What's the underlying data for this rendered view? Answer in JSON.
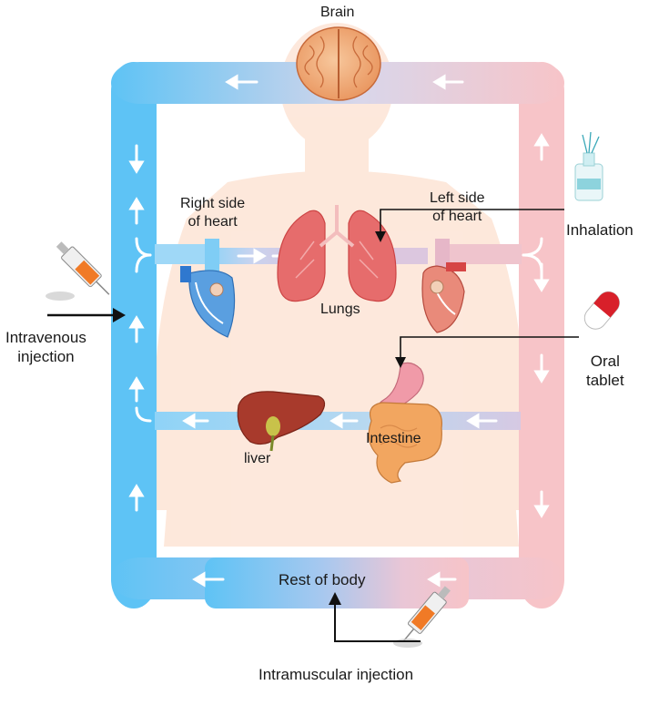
{
  "labels": {
    "brain": "Brain",
    "right_heart": "Right side\nof heart",
    "left_heart": "Left side\nof heart",
    "lungs": "Lungs",
    "liver": "liver",
    "intestine": "Intestine",
    "rest_of_body": "Rest of body",
    "inhalation": "Inhalation",
    "intravenous": "Intravenous\ninjection",
    "oral": "Oral\ntablet",
    "intramuscular": "Intramuscular injection"
  },
  "colors": {
    "venous": "#5ec3f5",
    "arterial": "#f7c4c8",
    "body": "#fde6d8",
    "arrow": "#ffffff"
  }
}
